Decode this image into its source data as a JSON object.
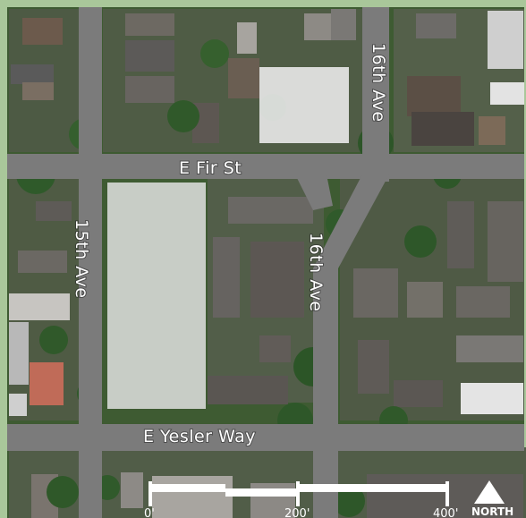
{
  "map": {
    "streets": {
      "e_fir_st": "E Fir St",
      "fifteenth_ave": "15th Ave",
      "sixteenth_ave_north": "16th Ave",
      "sixteenth_ave_south": "16th Ave",
      "e_yesler_way": "E Yesler Way"
    },
    "scale_bar": {
      "label_start": "0'",
      "label_mid": "200'",
      "label_end": "400'"
    },
    "north_arrow": {
      "label": "NORTH"
    },
    "colors": {
      "frame": "#a9c79a",
      "street": "#7b7b7b",
      "tree_canopy": "#2f5a2a",
      "highlight_parcel": "#e6e6e6",
      "scale_bar": "#ffffff"
    }
  }
}
